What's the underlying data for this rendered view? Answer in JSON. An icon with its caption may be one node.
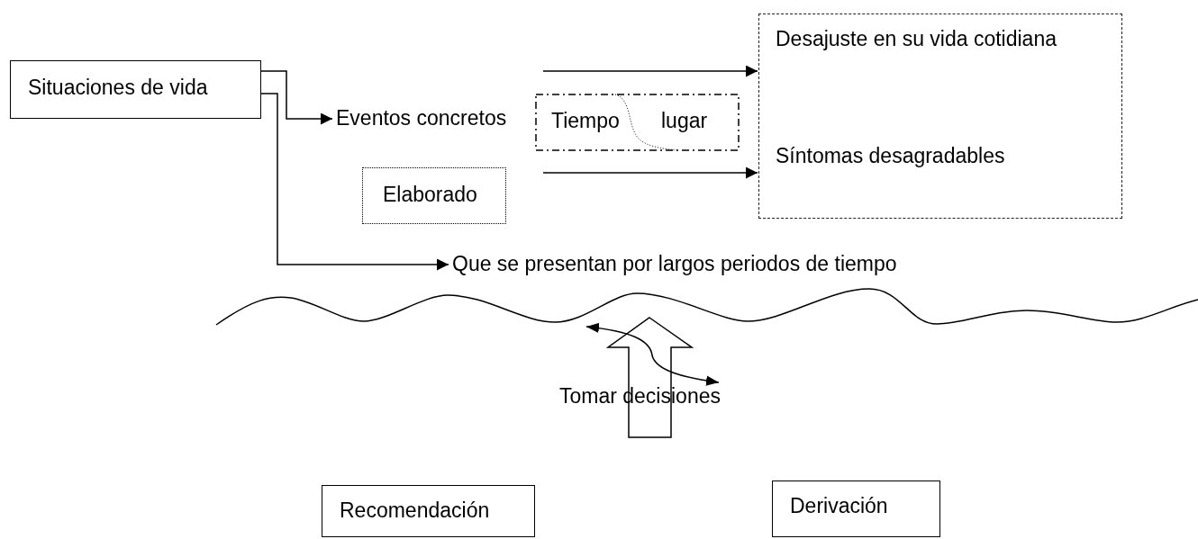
{
  "diagram": {
    "nodes": [
      {
        "text": [
          "Situaciones de vida"
        ]
      },
      {
        "text": [
          "Eventos concretos"
        ]
      },
      {
        "text": [
          "Tiempo",
          "lugar"
        ]
      },
      {
        "text": [
          "Elaborado"
        ]
      },
      {
        "text": [
          "Desajuste en su vida cotidiana",
          "Síntomas desagradables"
        ]
      },
      {
        "text": [
          "Que se presentan por largos periodos de tiempo"
        ]
      },
      {
        "text": [
          "Tomar decisiones"
        ]
      },
      {
        "text": [
          "Recomendación"
        ]
      },
      {
        "text": [
          "Derivación"
        ]
      }
    ],
    "edges": [
      {
        "from": 0,
        "to": 1,
        "arrow": "to"
      },
      {
        "from": 0,
        "to": 5,
        "arrow": "to"
      },
      {
        "from": null,
        "to": 4,
        "arrow": "to"
      },
      {
        "from": null,
        "to": 4,
        "arrow": "to"
      }
    ]
  }
}
